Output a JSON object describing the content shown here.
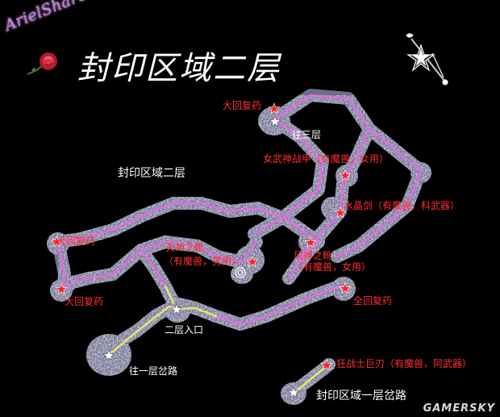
{
  "header": {
    "signature": "ArielSharon",
    "map_title": "封印区域二层"
  },
  "watermark": "GAMERSKY",
  "colors": {
    "path_main": "#e26ce2",
    "path_entry": "#ece070",
    "rock": "#8a8aa6",
    "label_red": "#ff2e2e",
    "label_white": "#ffffff",
    "background": "#000000"
  },
  "icons": {
    "compass": "compass-rose-icon",
    "rose": "rose-icon",
    "item": "red-star-icon",
    "waypoint": "white-star-icon"
  },
  "region_label": "封印区域二层",
  "item_labels": {
    "big_heal_top": "大回复药",
    "female_armor": "女武神战甲（有魔兽，女用）",
    "crystal_sword": "水晶剑（有魔兽，科武器）",
    "big_heal_left_top": "大回复药",
    "big_heal_left_bottom": "大回复药",
    "heaven_boots_line1": "天神之靴",
    "heaven_boots_line2": "（有魔兽，男用）",
    "wind_boots_line1": "风神之靴",
    "wind_boots_line2": "（有魔兽，女用）",
    "full_heal": "全回复药",
    "berserker_blade": "狂战士巨刃（有魔兽，阿武器）"
  },
  "waypoint_labels": {
    "to_floor_3": "往三层",
    "floor2_entrance": "二层入口",
    "to_floor1_fork": "往一层岔路",
    "region_floor1_fork": "封印区域一层岔路"
  }
}
